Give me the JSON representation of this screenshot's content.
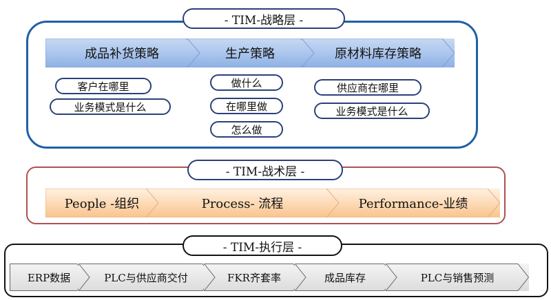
{
  "strategic": {
    "title": "- TIM-战略层 -",
    "chevrons": [
      "成品补货策略",
      "生产策略",
      "原材料库存策略"
    ],
    "col1": [
      "客户在哪里",
      "业务模式是什么"
    ],
    "col2": [
      "做什么",
      "在哪里做",
      "怎么做"
    ],
    "col3": [
      "供应商在哪里",
      "业务模式是什么"
    ]
  },
  "tactical": {
    "title": "- TIM-战术层 -",
    "chevrons": [
      "People -组织",
      "Process- 流程",
      "Performance-业绩"
    ]
  },
  "execution": {
    "title": "- TIM-执行层 -",
    "chevrons": [
      "ERP数据",
      "PLC与供应商交付",
      "FKR齐套率",
      "成品库存",
      "PLC与销售预测"
    ]
  },
  "colors": {
    "strategic_border": "#1f5fa8",
    "tactical_border": "#b05050",
    "execution_border": "#111111",
    "strategic_fill": "#a9c4ec",
    "tactical_fill": "#fcd6ae",
    "execution_fill": "#dcdcdc"
  }
}
